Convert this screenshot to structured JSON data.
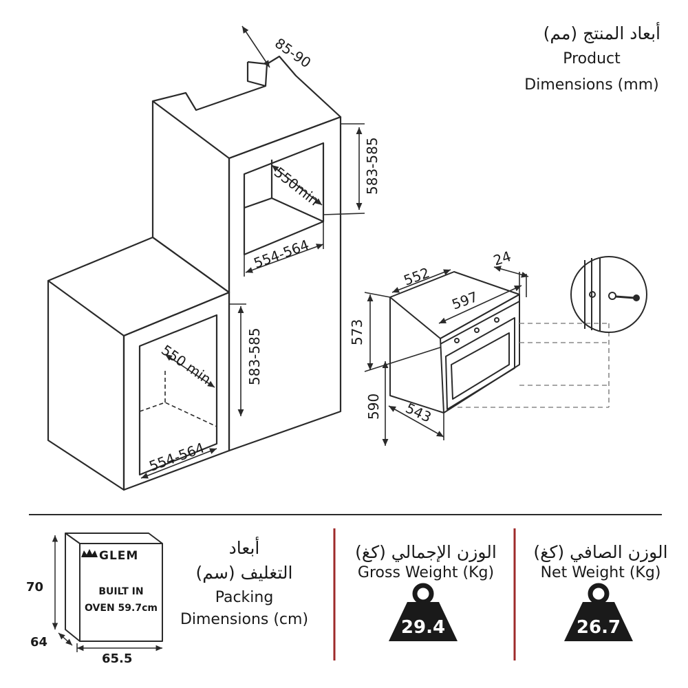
{
  "product_title": {
    "arabic": "أبعاد المنتج (مم)",
    "line1": "Product",
    "line2": "Dimensions (mm)"
  },
  "dimensions": {
    "top_offset": "85-90",
    "upper_niche_height": "583-585",
    "upper_niche_depth": "550min",
    "upper_niche_width": "554-564",
    "lower_niche_height": "583-585",
    "lower_niche_depth": "550 min",
    "lower_niche_width": "554-564",
    "oven_depth": "552",
    "oven_door_thickness": "24",
    "oven_front_width": "597",
    "oven_height": "573",
    "oven_body_height": "590",
    "oven_body_width": "543"
  },
  "packing": {
    "box_brand": "GLEM",
    "box_line1": "BUILT IN",
    "box_line2": "OVEN 59.7cm",
    "height": "70",
    "depth": "64",
    "width": "65.5",
    "title_ar_line1": "أبعاد",
    "title_ar_line2": "التغليف (سم)",
    "title_en_line1": "Packing",
    "title_en_line2": "Dimensions (cm)"
  },
  "gross_weight": {
    "arabic": "الوزن الإجمالي (كغ)",
    "english": "Gross Weight (Kg)",
    "value": "29.4"
  },
  "net_weight": {
    "arabic": "الوزن الصافي (كغ)",
    "english": "Net Weight (Kg)",
    "value": "26.7"
  },
  "colors": {
    "line": "#2a2a2a",
    "divider": "#9e2a2a",
    "badge": "#1a1a1a"
  }
}
